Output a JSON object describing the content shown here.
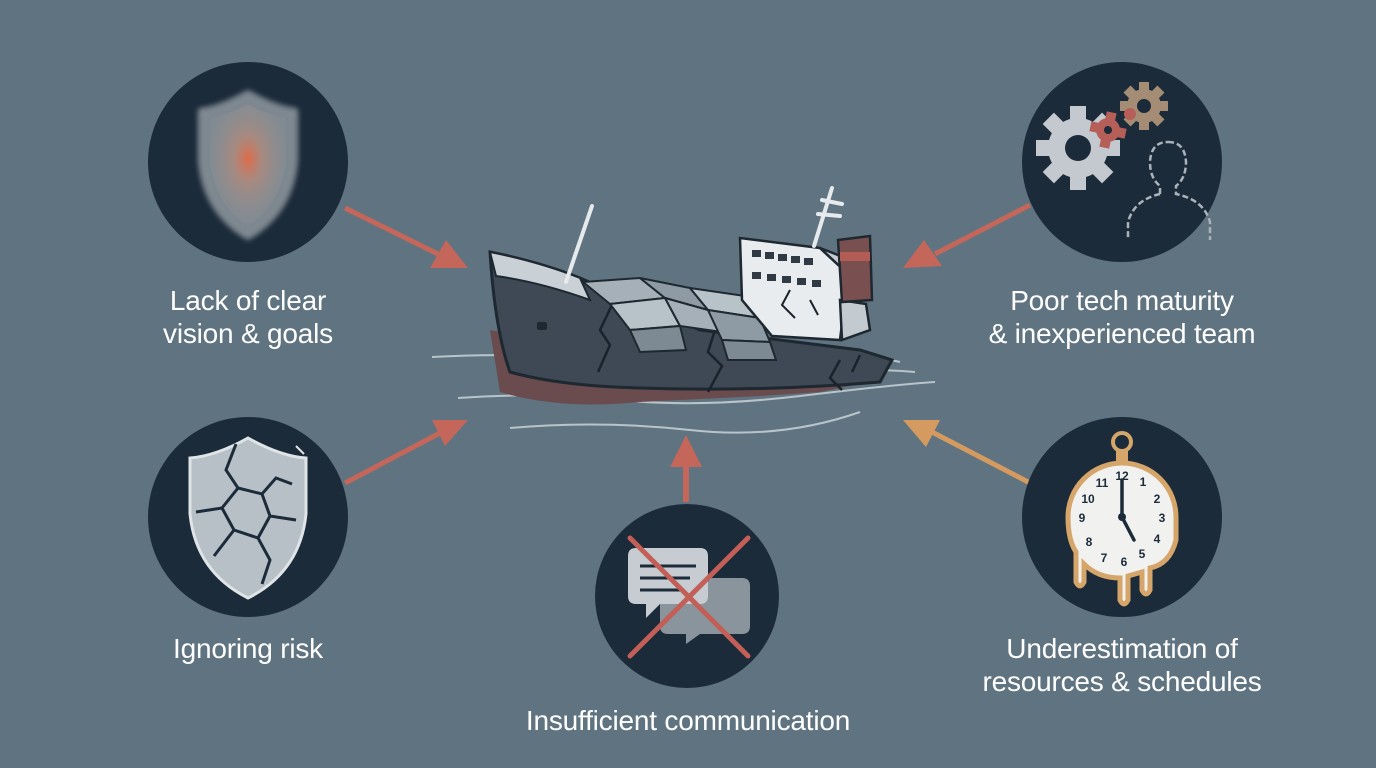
{
  "causes": {
    "vision": {
      "line1": "Lack of clear",
      "line2": "vision & goals",
      "icon": "shield-glow-icon"
    },
    "tech": {
      "line1": "Poor tech maturity",
      "line2": "& inexperienced team",
      "icon": "gears-person-icon"
    },
    "risk": {
      "line1": "Ignoring risk",
      "icon": "cracked-shield-icon"
    },
    "communication": {
      "line1": "Insufficient communication",
      "icon": "crossed-chat-icon"
    },
    "resources": {
      "line1": "Underestimation of",
      "line2": "resources & schedules",
      "icon": "melting-stopwatch-icon"
    }
  },
  "center": {
    "icon": "sinking-ship-icon"
  },
  "clock_numbers": [
    "12",
    "1",
    "2",
    "3",
    "4",
    "5",
    "6",
    "7",
    "8",
    "9",
    "10",
    "11"
  ],
  "colors": {
    "background": "#5f7480",
    "circle": "#1c2b3a",
    "arrow_red": "#c4665a",
    "arrow_orange": "#d59a60",
    "text": "#ffffff"
  }
}
